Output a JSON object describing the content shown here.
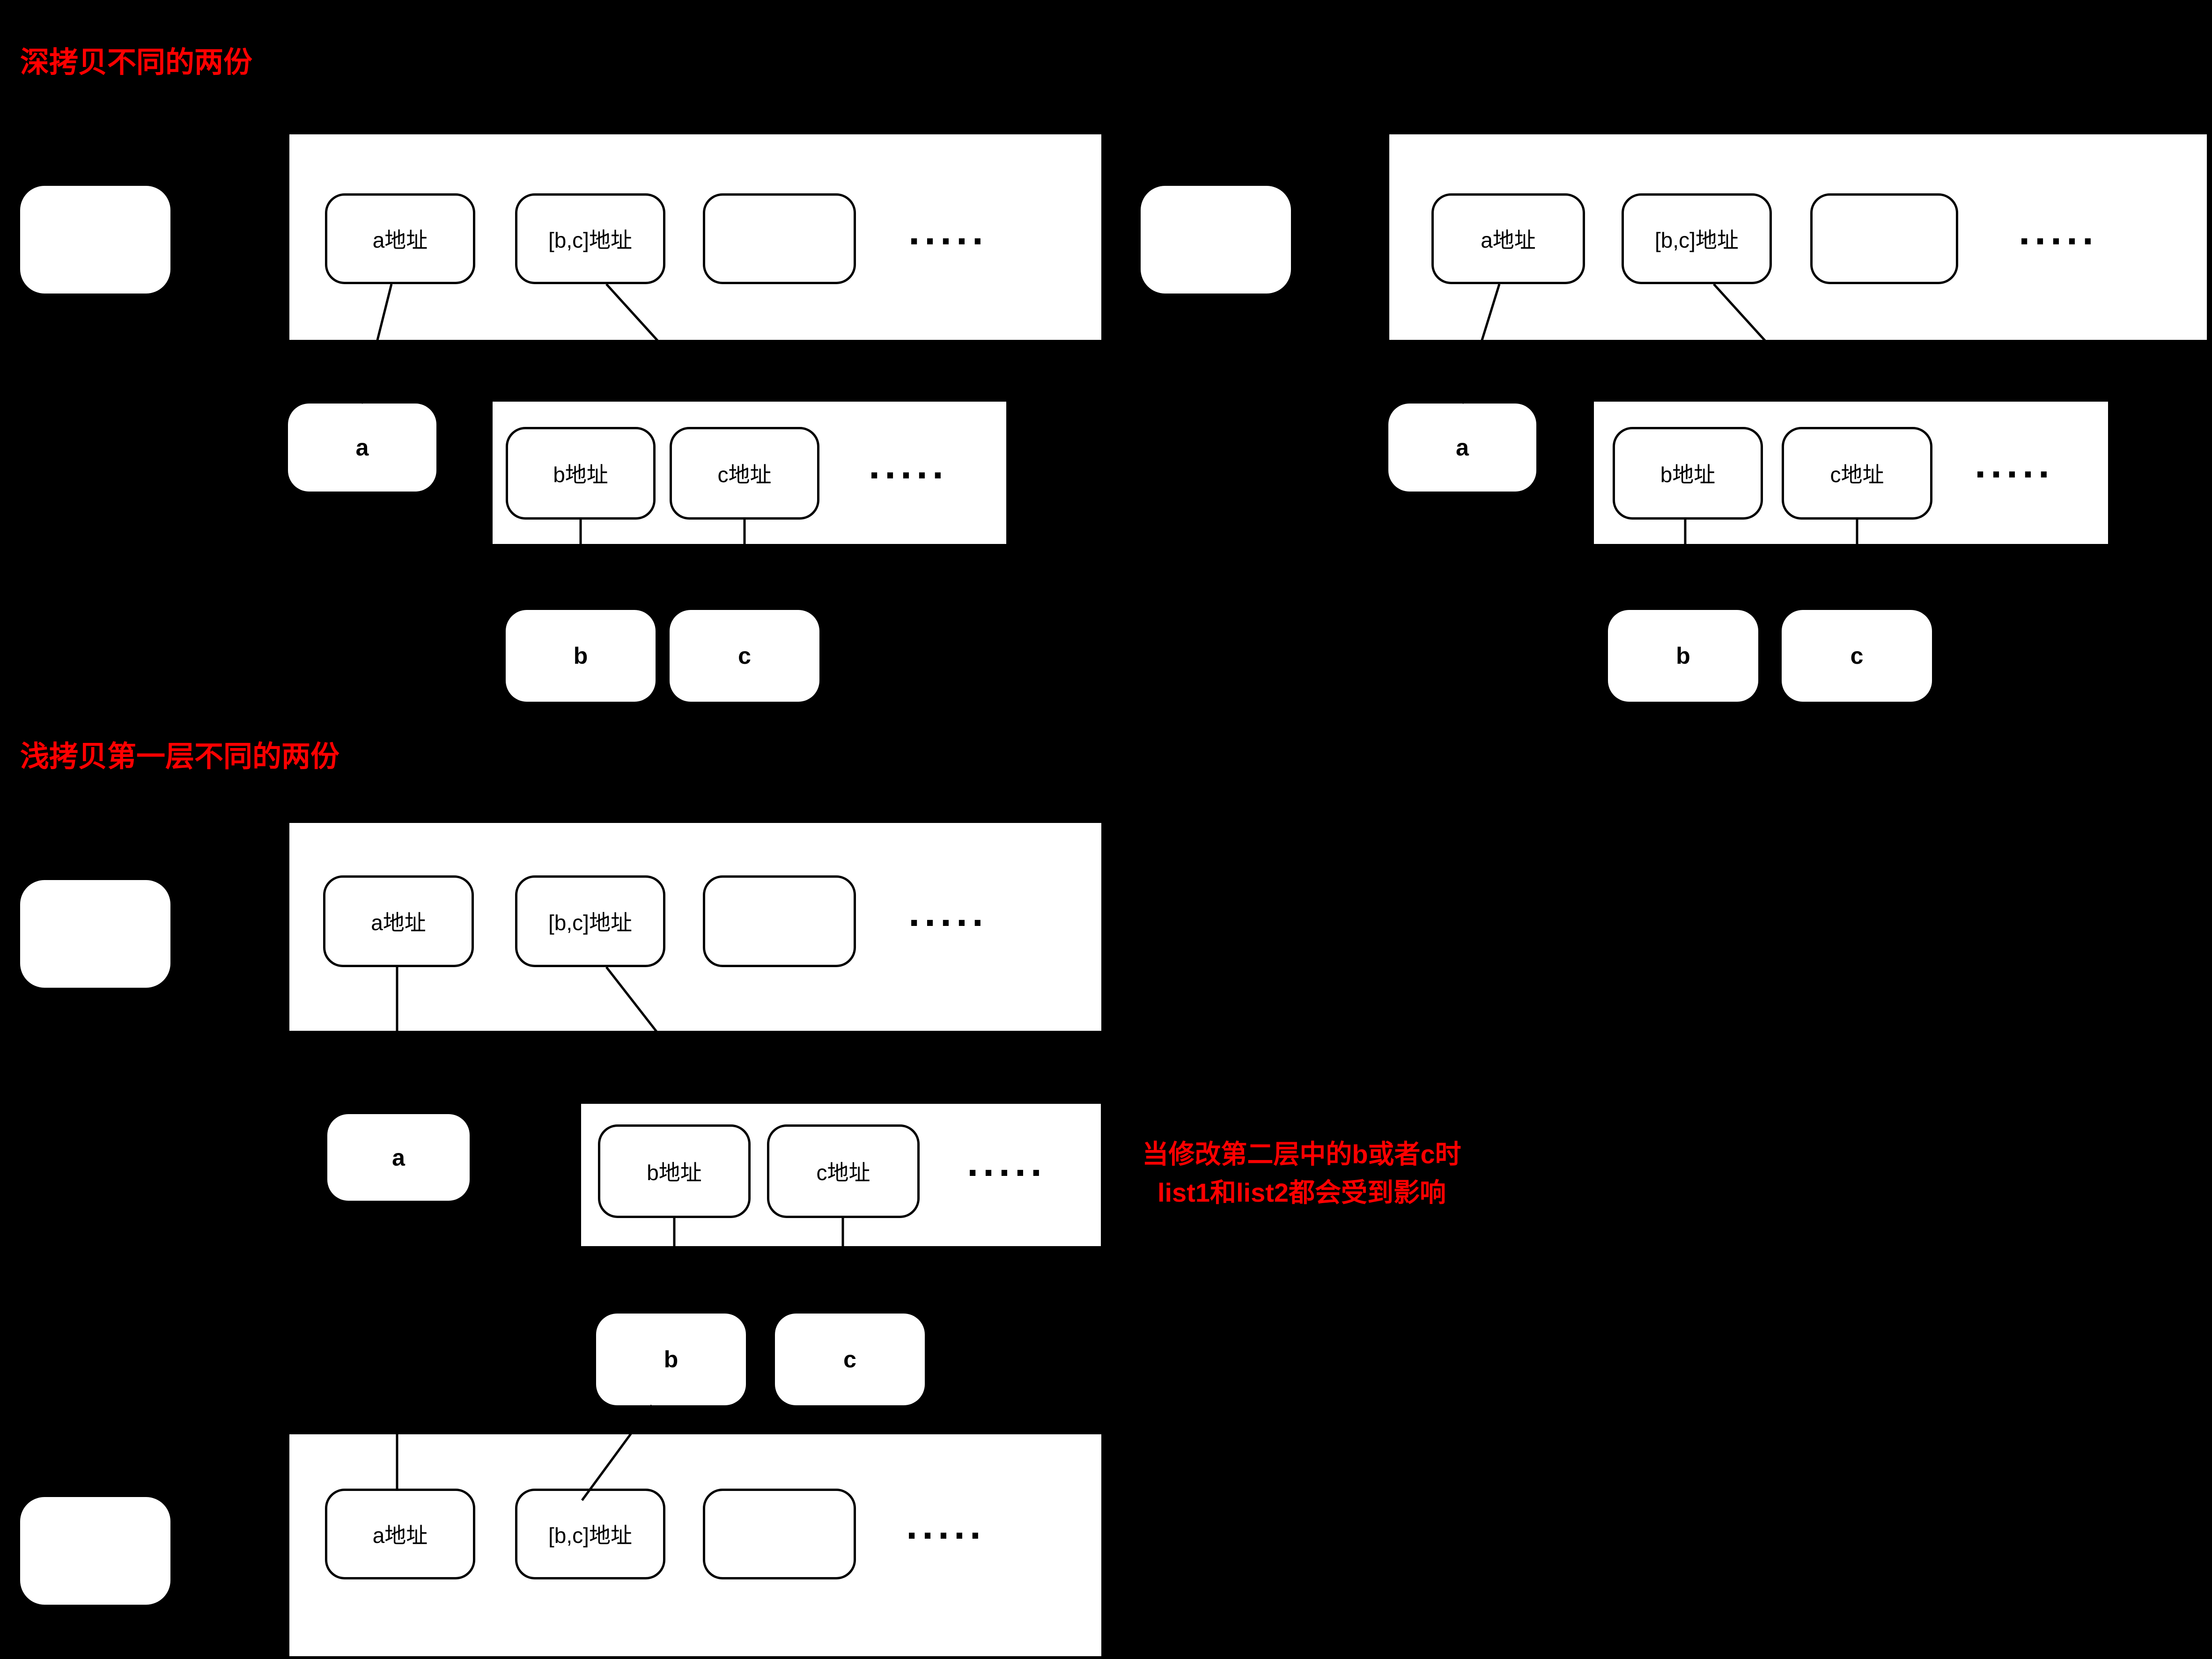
{
  "sections": [
    {
      "id": "deep-copy",
      "title": "深拷贝不同的两份"
    },
    {
      "id": "shallow-copy",
      "title": "浅拷贝第一层不同的两份"
    }
  ],
  "labels": {
    "a_address": "a地址",
    "bc_address": "[b,c]地址",
    "b_address": "b地址",
    "c_address": "c地址",
    "a": "a",
    "b": "b",
    "c": "c",
    "ellipsis": "....."
  },
  "annotation": {
    "line1": "当修改第二层中的b或者c时",
    "line2": "list1和list2都会受到影响"
  },
  "colors": {
    "background": "#000000",
    "box_fill": "#ffffff",
    "lines_and_borders": "#000000",
    "title_red": "#ff0000"
  }
}
